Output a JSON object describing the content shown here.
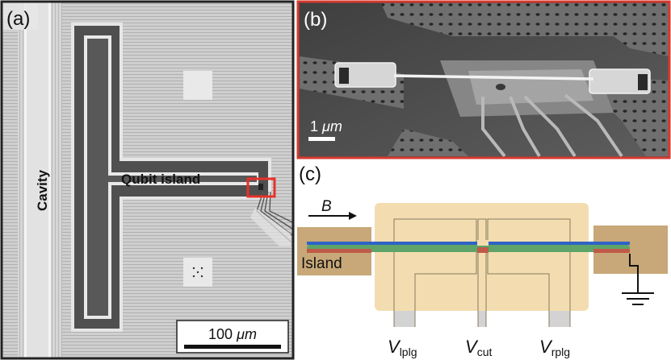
{
  "panel_a": {
    "letter": "(a)",
    "cavity_label": "Cavity",
    "qubit_label": "Qubit island",
    "scale_value": "100",
    "scale_unit": "μm"
  },
  "panel_b": {
    "letter": "(b)",
    "scale_value": "1",
    "scale_unit": "μm"
  },
  "panel_c": {
    "letter": "(c)",
    "field_label": "B",
    "island_label": "Island",
    "gate_lplg": {
      "main": "V",
      "sub": "lplg"
    },
    "gate_cut": {
      "main": "V",
      "sub": "cut"
    },
    "gate_rplg": {
      "main": "V",
      "sub": "rplg"
    }
  },
  "colors": {
    "frame_a": "#222222",
    "frame_b": "#d63a2f",
    "inset_box": "#e8312a",
    "island_tan": "#c8a878",
    "gate_region": "#f3ddb0",
    "nanowire_blue": "#2f63c6",
    "nanowire_green": "#5ea46a",
    "nanowire_red": "#c05a48"
  }
}
